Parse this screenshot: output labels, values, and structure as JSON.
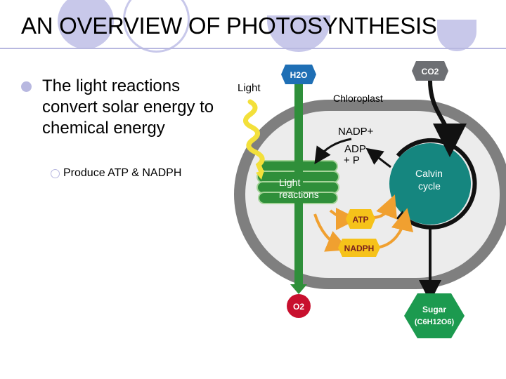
{
  "slide": {
    "title": "AN OVERVIEW OF PHOTOSYNTHESIS",
    "bullets": [
      {
        "text": "The light reactions convert solar energy to chemical energy",
        "sub": [
          "Produce ATP & NADPH"
        ]
      }
    ]
  },
  "diagram": {
    "light_label": "Light",
    "h2o_label": "H2O",
    "co2_label": "CO2",
    "chloroplast_label": "Chloroplast",
    "nadp_label": "NADP+",
    "adp_label": "ADP",
    "pi_label": "+ P",
    "light_reactions_label_1": "Light",
    "light_reactions_label_2": "reactions",
    "calvin_label_1": "Calvin",
    "calvin_label_2": "cycle",
    "atp_label": "ATP",
    "nadph_label": "NADPH",
    "o2_label": "O2",
    "sugar_label": "Sugar",
    "sugar_formula": "(C6H12O6)",
    "colors": {
      "stroma": "#ececec",
      "membrane": "#7f7f7f",
      "thylakoid_green": "#2f8f3a",
      "calvin_teal": "#15867f",
      "h2o_blue": "#1f6fb5",
      "o2_red": "#c8102e",
      "atp_yellow": "#f6c21a",
      "arrow_orange": "#f0a030",
      "light_yellow": "#f3e03a",
      "sugar_green": "#1c9a4f",
      "slide_accent": "#b8b8e0"
    }
  }
}
